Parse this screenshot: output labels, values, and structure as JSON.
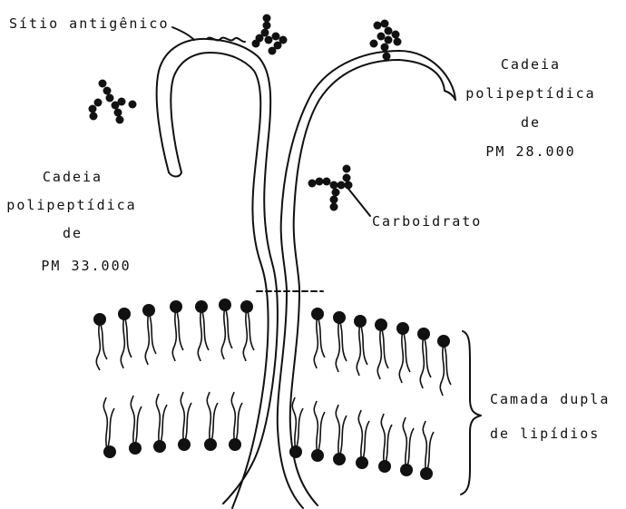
{
  "labels": {
    "antigenic_site": "Sítio antigênico",
    "chain_right": {
      "line1": "Cadeia",
      "line2": "polipeptídica",
      "line3": "de",
      "line4": "PM 28.000"
    },
    "chain_left": {
      "line1": "Cadeia",
      "line2": "polipeptídica",
      "line3": "de",
      "line4": "PM 33.000"
    },
    "carbohydrate": "Carboidrato",
    "bilayer": {
      "line1": "Camada dupla",
      "line2": "de lipídios"
    }
  },
  "colors": {
    "ink": "#111111",
    "background": "#ffffff"
  }
}
